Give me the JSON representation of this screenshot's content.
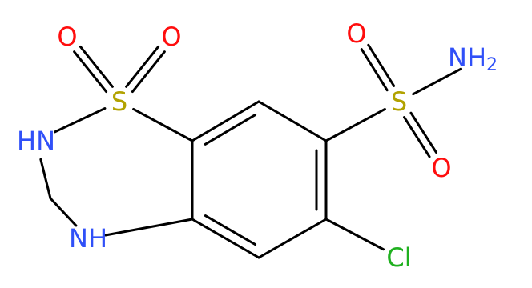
{
  "atoms": [
    {
      "id": "O1",
      "text": "O",
      "color": "#ff0d0d"
    },
    {
      "id": "O2",
      "text": "O",
      "color": "#ff0d0d"
    },
    {
      "id": "S1",
      "text": "S",
      "color": "#b2a200"
    },
    {
      "id": "N2",
      "text": "HN",
      "color": "#3050f8"
    },
    {
      "id": "N4",
      "text": "NH",
      "color": "#3050f8"
    },
    {
      "id": "CL",
      "text": "Cl",
      "color": "#1fb01f"
    },
    {
      "id": "S2",
      "text": "S",
      "color": "#b2a200"
    },
    {
      "id": "O3",
      "text": "O",
      "color": "#ff0d0d"
    },
    {
      "id": "O4",
      "text": "O",
      "color": "#ff0d0d"
    },
    {
      "id": "NS",
      "text": "NH",
      "color": "#3050f8",
      "subscript": "2"
    }
  ],
  "bond_color": "#000000"
}
